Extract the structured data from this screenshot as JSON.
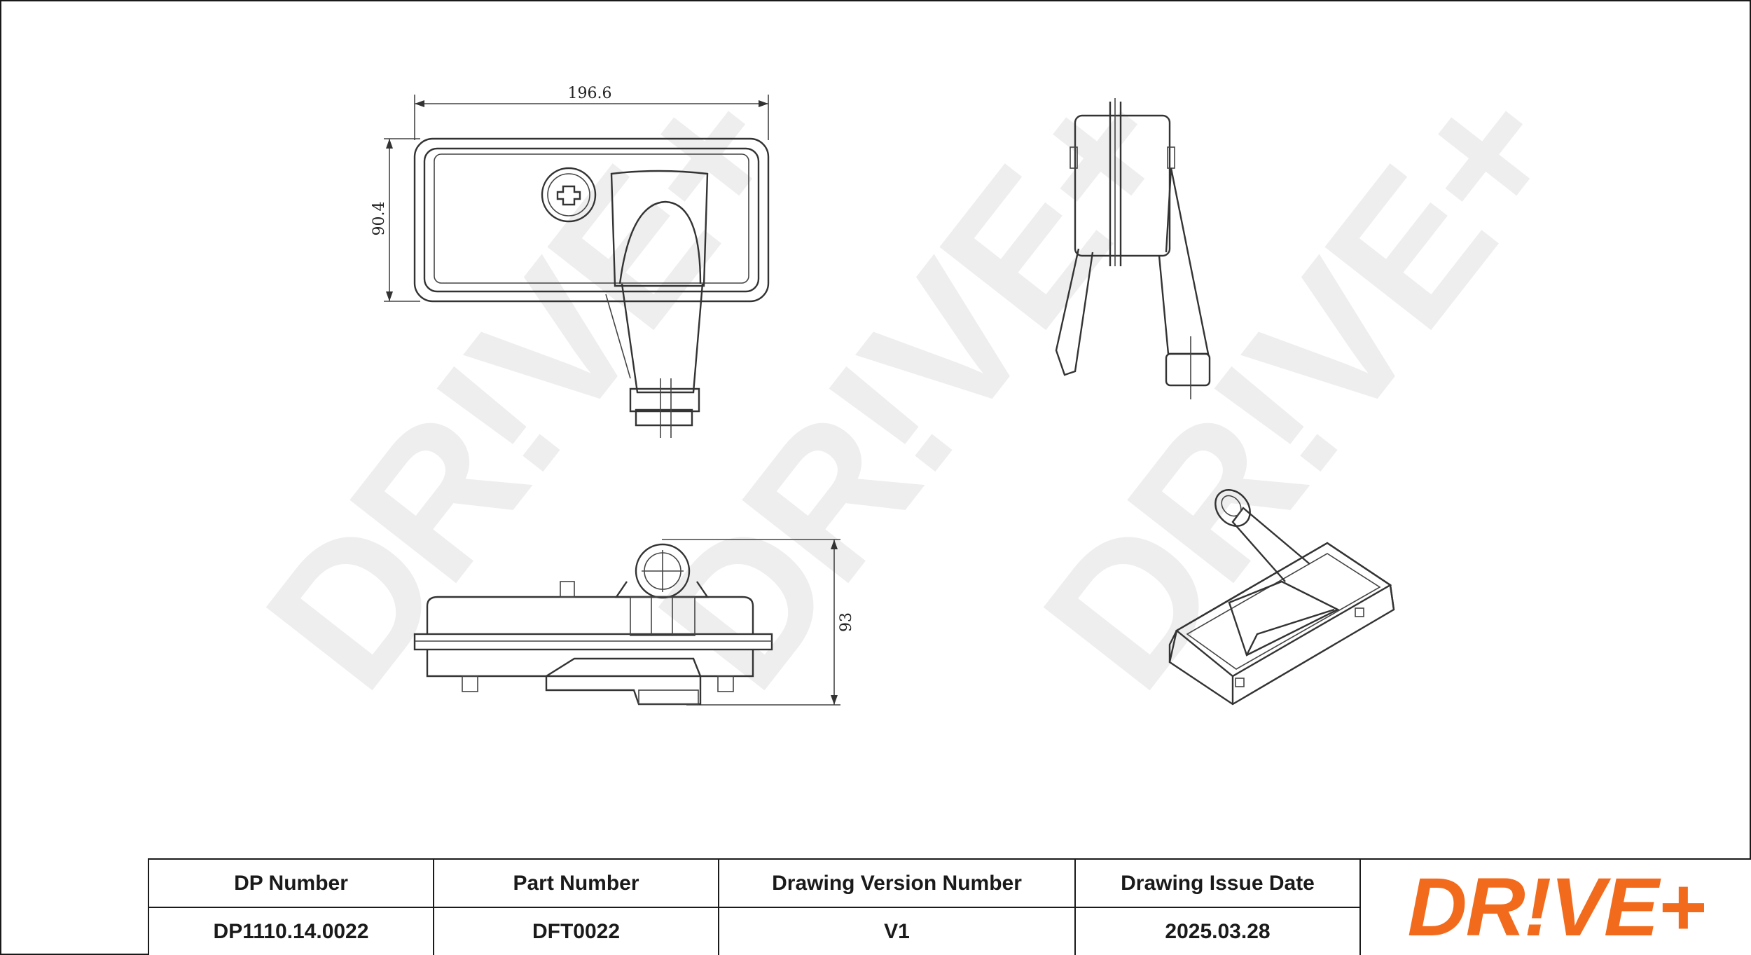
{
  "drawing": {
    "watermark_text": "DR!VE+",
    "dimensions": {
      "top_view_width": "196.6",
      "top_view_height": "90.4",
      "side_view_height": "93"
    }
  },
  "title_block": {
    "headers": {
      "dp_number": "DP Number",
      "part_number": "Part Number",
      "drawing_version": "Drawing Version Number",
      "issue_date": "Drawing Issue Date"
    },
    "values": {
      "dp_number": "DP1110.14.0022",
      "part_number": "DFT0022",
      "drawing_version": "V1",
      "issue_date": "2025.03.28"
    },
    "logo_text": "DR!VE+"
  },
  "colors": {
    "brand_orange": "#f26b1d",
    "line": "#333333",
    "watermark": "#eeeeee"
  }
}
